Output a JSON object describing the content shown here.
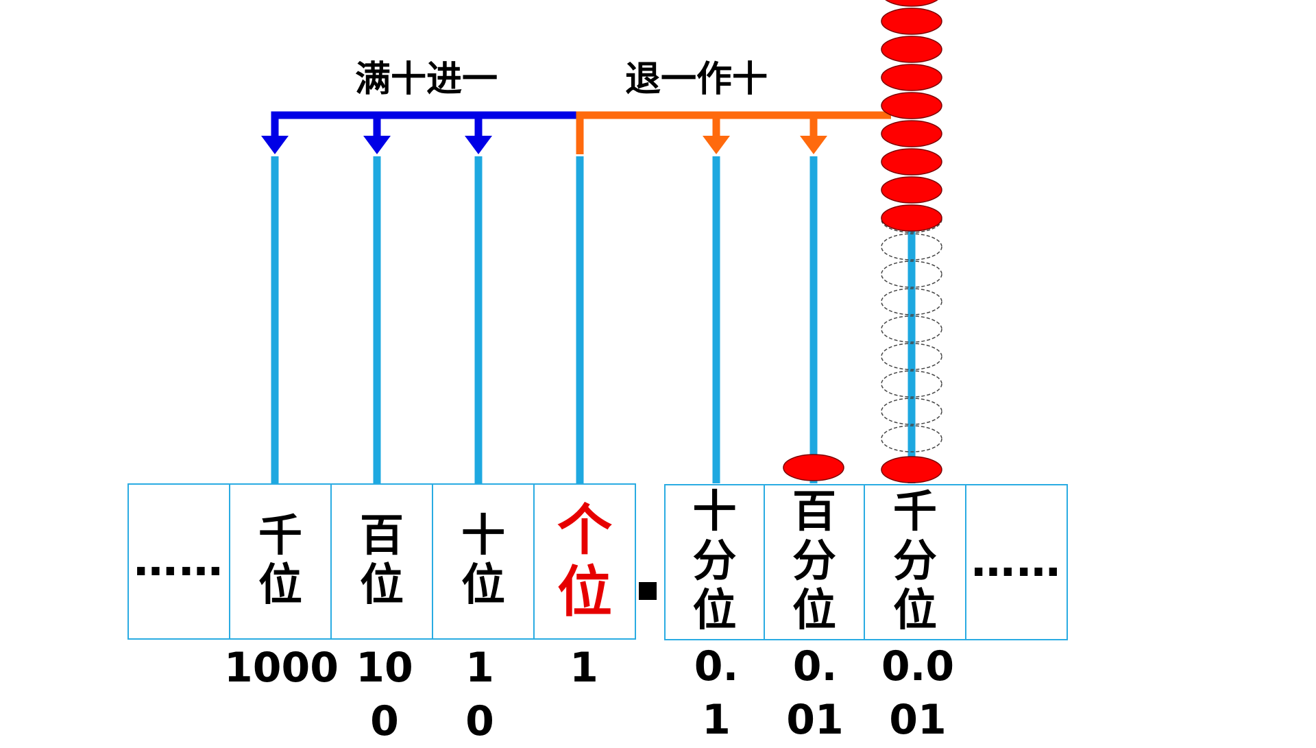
{
  "rules": {
    "carry": "满十进一",
    "borrow": "退一作十"
  },
  "colors": {
    "carry_arrow": "#0000e6",
    "borrow_arrow": "#ff6a0d",
    "rod": "#1ea8e0",
    "bead": "#ff0000",
    "cell_border": "#29abe2",
    "ones_highlight": "#e60000"
  },
  "columns": [
    {
      "id": "ellipsis-left",
      "name": "……",
      "value": ""
    },
    {
      "id": "thousands",
      "name": "千位",
      "value": "1000"
    },
    {
      "id": "hundreds",
      "name": "百位",
      "value": "100"
    },
    {
      "id": "tens",
      "name": "十位",
      "value": "10"
    },
    {
      "id": "ones",
      "name": "个位",
      "value": "1"
    },
    {
      "id": "tenths",
      "name": "十分位",
      "value": "0.1"
    },
    {
      "id": "hundredths",
      "name": "百分位",
      "value": "0.01"
    },
    {
      "id": "thousandths",
      "name": "千分位",
      "value": "0.001"
    },
    {
      "id": "ellipsis-right",
      "name": "……",
      "value": ""
    }
  ],
  "abacus": {
    "hundredths_beads": 1,
    "thousandths_beads_solid": 9,
    "thousandths_beads_ghost": 9,
    "thousandths_bead_bottom": 1
  }
}
